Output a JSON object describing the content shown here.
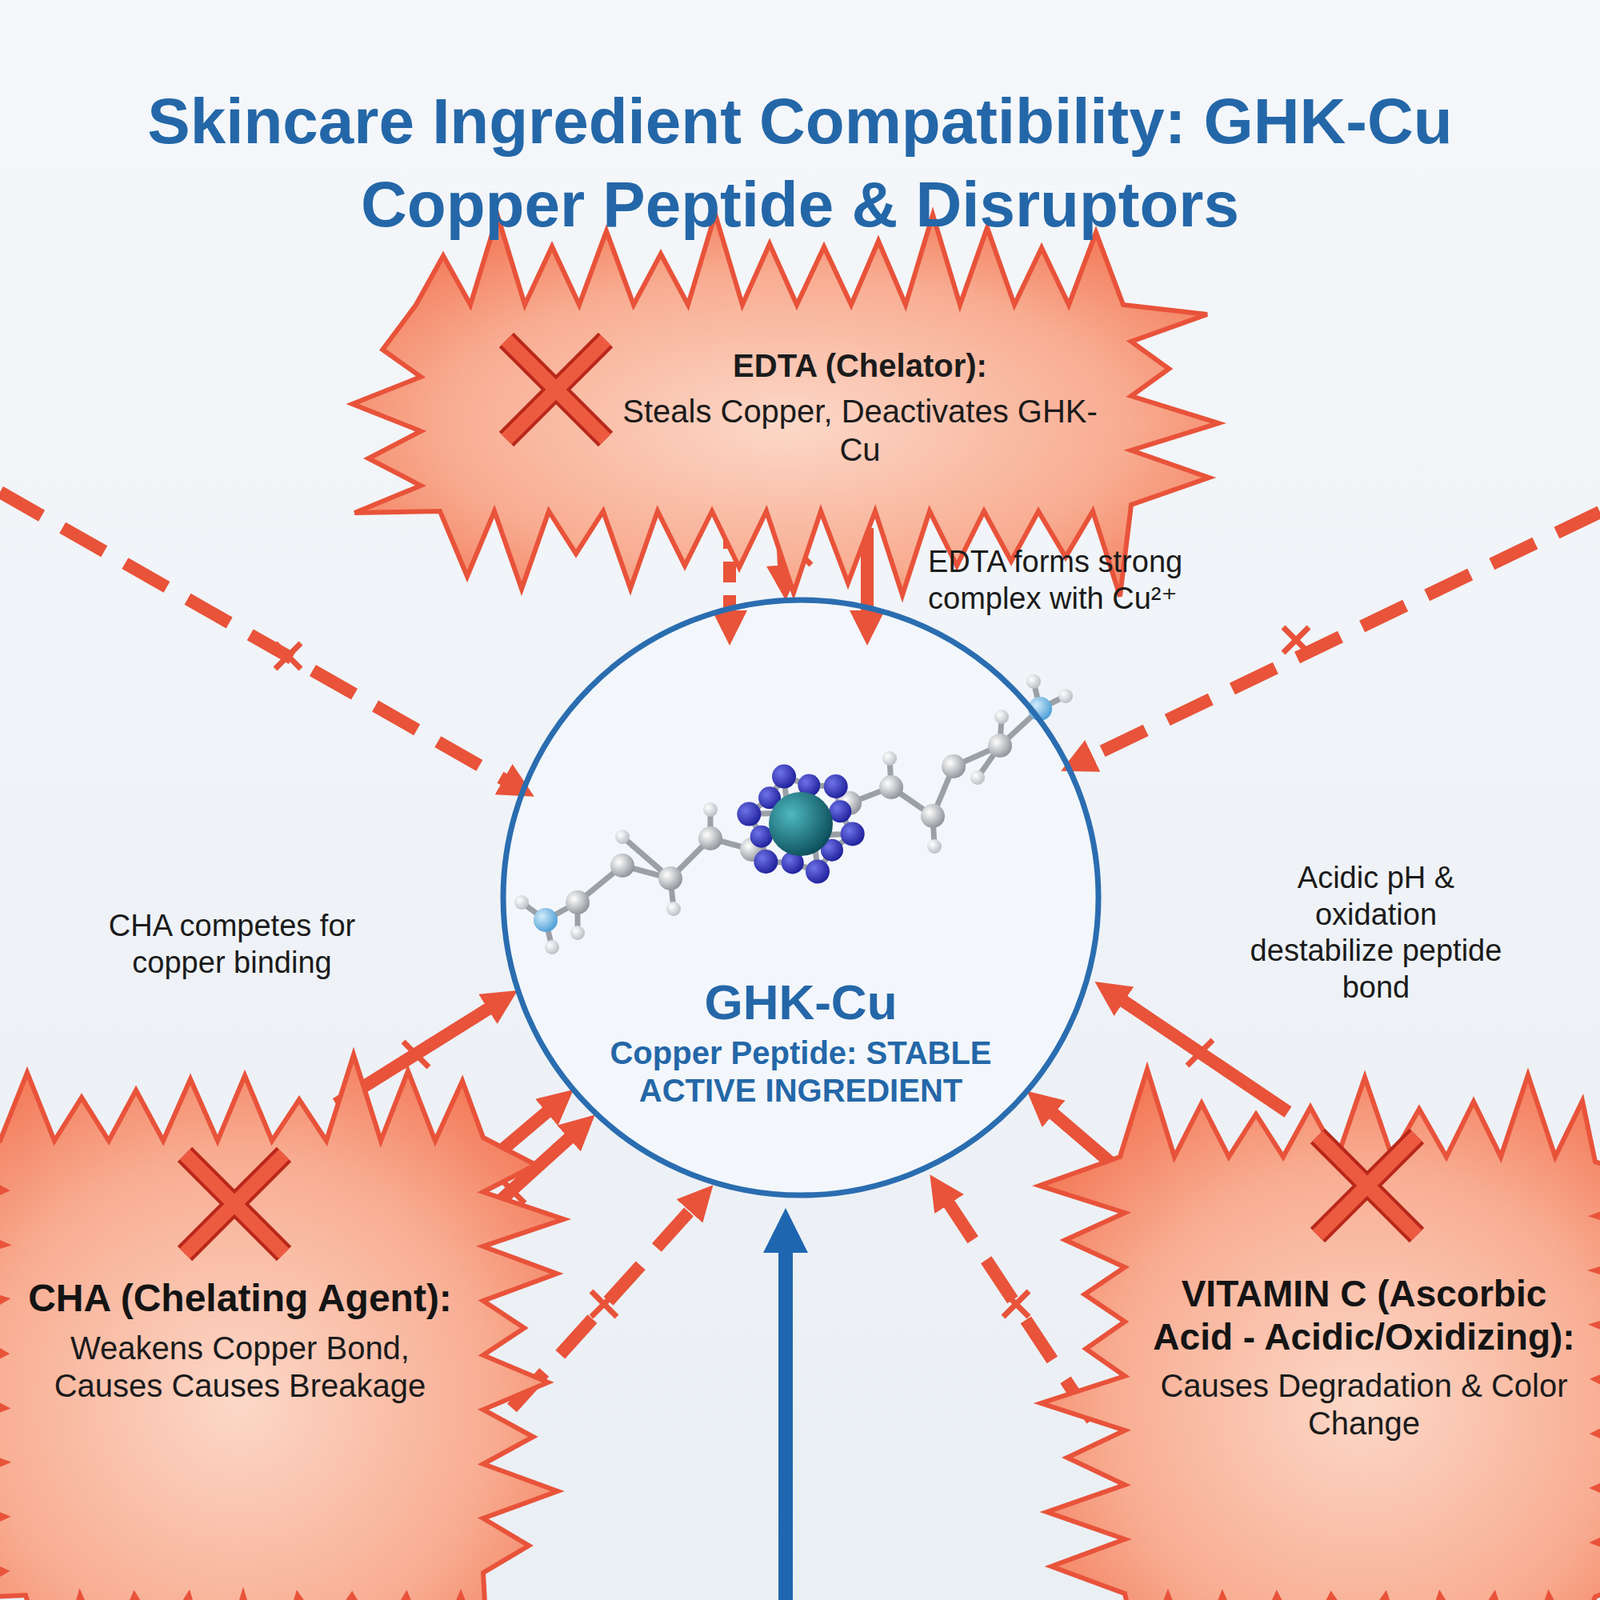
{
  "diagram": {
    "title": "Skincare Ingredient Compatibility: GHK-Cu Copper Peptide & Disruptors",
    "nodes": [
      {
        "text": [
          "EDTA (Chelator):",
          "Steals Copper, Deactivates GHK-Cu"
        ]
      },
      {
        "text": [
          "GHK-Cu",
          "Copper Peptide: STABLE ACTIVE INGREDIENT"
        ]
      },
      {
        "text": [
          "CHA (Chelating Agent):",
          "Weakens Copper Bond, Causes Causes Breakage"
        ]
      },
      {
        "text": [
          "VITAMIN C (Ascorbic Acid - Acidic/Oxidizing):",
          "Causes Degradation & Color Change"
        ]
      }
    ],
    "edges": [
      {
        "from": 0,
        "to": 1,
        "arrow": "to"
      },
      {
        "from": 2,
        "to": 1,
        "arrow": "to"
      },
      {
        "from": 3,
        "to": 1,
        "arrow": "to"
      }
    ],
    "labels": [
      "EDTA forms strong complex with Cu²⁺",
      "CHA competes for copper binding",
      "Acidic pH & oxidation destabilize peptide bond"
    ]
  }
}
